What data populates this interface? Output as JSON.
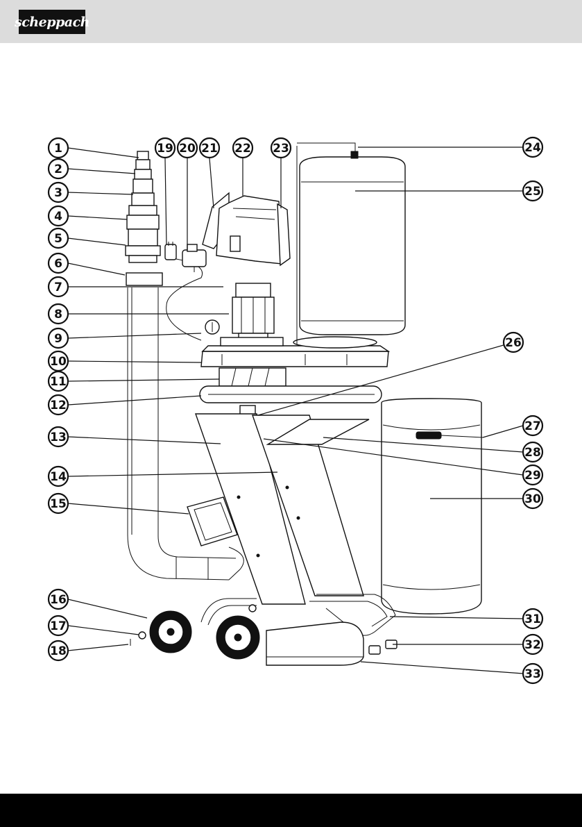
{
  "header": {
    "brand": "scheppach",
    "background": "#dcdcdc"
  },
  "footer": {
    "background": "#000000"
  },
  "diagram": {
    "callouts": [
      "1",
      "2",
      "3",
      "4",
      "5",
      "6",
      "7",
      "8",
      "9",
      "10",
      "11",
      "12",
      "13",
      "14",
      "15",
      "16",
      "17",
      "18",
      "19",
      "20",
      "21",
      "22",
      "23",
      "24",
      "25",
      "26",
      "27",
      "28",
      "29",
      "30",
      "31",
      "32",
      "33"
    ]
  }
}
